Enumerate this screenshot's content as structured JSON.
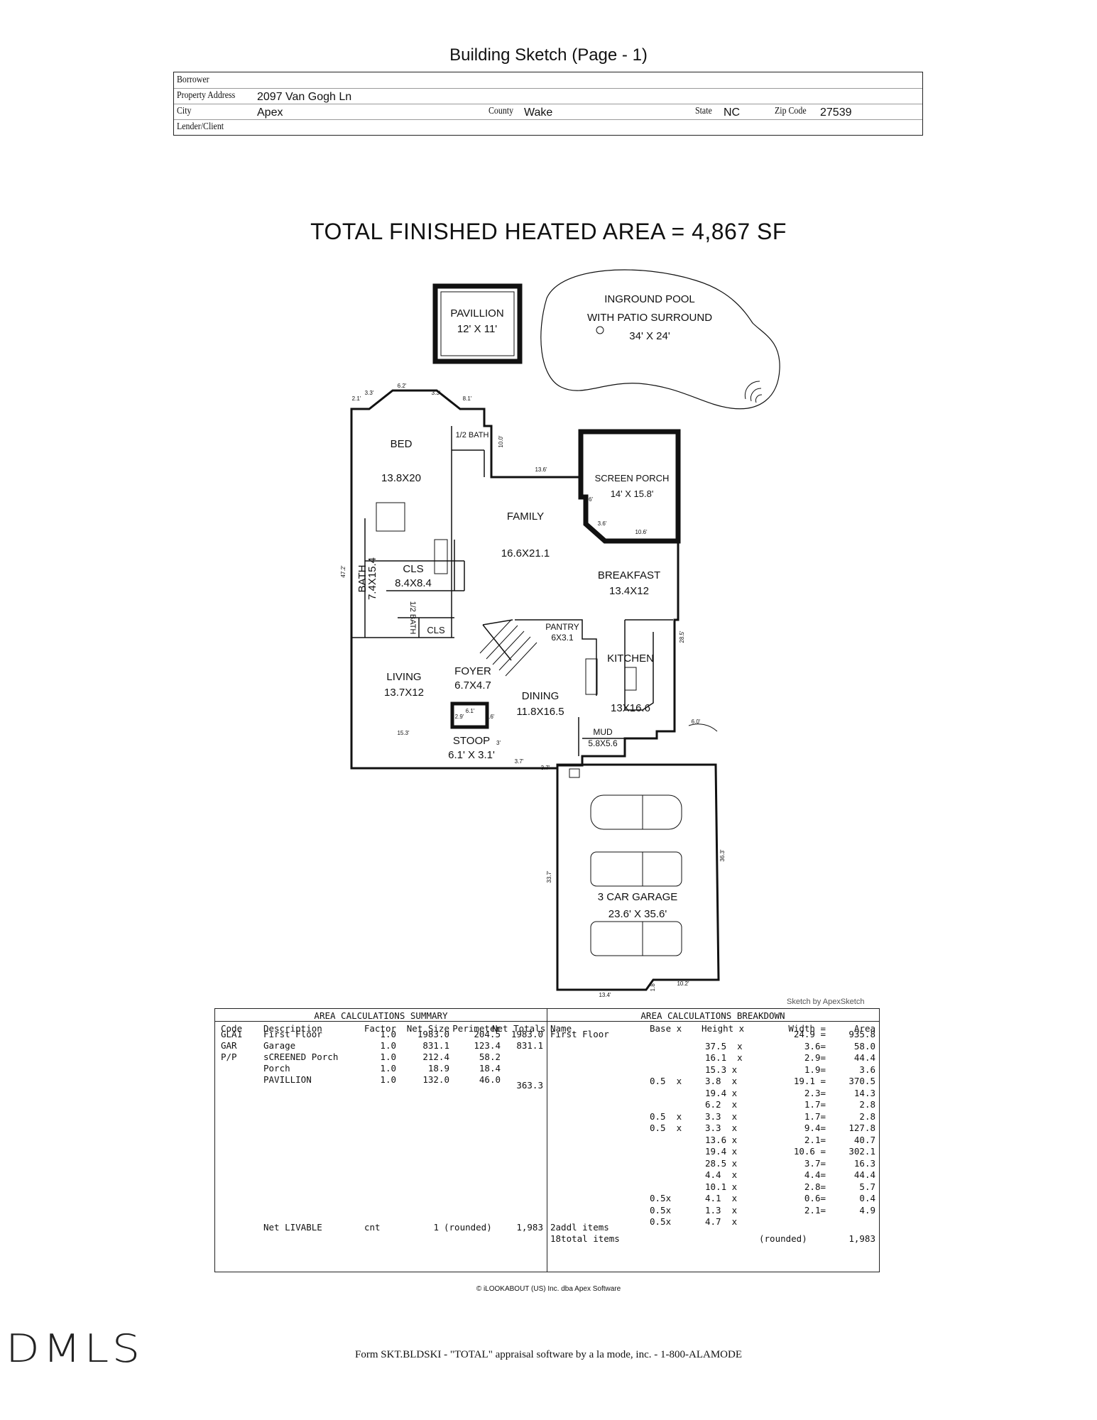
{
  "header": {
    "title": "Building Sketch (Page - 1)",
    "labels": {
      "borrower": "Borrower",
      "address": "Property Address",
      "city": "City",
      "county": "County",
      "state": "State",
      "zip": "Zip Code",
      "lender": "Lender/Client"
    },
    "values": {
      "address": "2097 Van Gogh Ln",
      "city": "Apex",
      "county": "Wake",
      "state": "NC",
      "zip": "27539"
    }
  },
  "plan": {
    "headline": "TOTAL FINISHED HEATED AREA = 4,867 SF",
    "rooms": {
      "pavillion": [
        "PAVILLION",
        "12' X 11'"
      ],
      "pool": [
        "INGROUND POOL",
        "WITH PATIO SURROUND",
        "34' X 24'"
      ],
      "bed": [
        "BED",
        "13.8X20"
      ],
      "half_bath_top": "1/2 BATH",
      "screen_porch": [
        "SCREEN PORCH",
        "14' X 15.8'"
      ],
      "family": [
        "FAMILY",
        "16.6X21.1"
      ],
      "cls": [
        "CLS",
        "8.4X8.4"
      ],
      "bath": [
        "BATH",
        "7.4X15.4"
      ],
      "half_bath_side": "1/2 BATH",
      "cls_small": "CLS",
      "breakfast": [
        "BREAKFAST",
        "13.4X12"
      ],
      "pantry": [
        "PANTRY",
        "6X3.1"
      ],
      "kitchen": [
        "KITCHEN",
        "13X16.6"
      ],
      "foyer": [
        "FOYER",
        "6.7X4.7"
      ],
      "living": [
        "LIVING",
        "13.7X12"
      ],
      "dining": [
        "DINING",
        "11.8X16.5"
      ],
      "stoop": [
        "STOOP",
        "6.1' X 3.1'"
      ],
      "mud": [
        "MUD",
        "5.8X5.6"
      ],
      "garage": [
        "3 CAR GARAGE",
        "23.6' X 35.6'"
      ]
    },
    "dims": {
      "d62": "6.2'",
      "d33a": "3.3'",
      "d33b": "3.3'",
      "d21": "2.1'",
      "d81": "8.1'",
      "d100": "10.0'",
      "d136": "13.6'",
      "d6": "6'",
      "d36": "3.6'",
      "d106": "10.6'",
      "d472": "47.2'",
      "d285": "28.5'",
      "d60": "6.0'",
      "d153": "15.3'",
      "d29": "2.9'",
      "d61": "6.1'",
      "d36b": "3.6'",
      "d37a": "3.7'",
      "d37b": "3.7'",
      "d337": "33.7'",
      "d363": "36.3'",
      "d134": "13.4'",
      "d18": "1.8'",
      "d102": "10.2'",
      "d3": "3'"
    },
    "credit": "Sketch by ApexSketch"
  },
  "summary": {
    "title": "AREA CALCULATIONS SUMMARY",
    "headers": [
      "Code",
      "Description",
      "Factor",
      "Net Size",
      "Perimeter",
      "Net Totals"
    ],
    "rows": [
      [
        "GLA1",
        "First Floor",
        "1.0",
        "1983.0",
        "204.5",
        "1983.0"
      ],
      [
        "GAR",
        "Garage",
        "1.0",
        "831.1",
        "123.4",
        "831.1"
      ],
      [
        "P/P",
        "sCREENED Porch",
        "1.0",
        "212.4",
        "58.2",
        ""
      ],
      [
        "",
        "Porch",
        "1.0",
        "18.9",
        "18.4",
        ""
      ],
      [
        "",
        "PAVILLION",
        "1.0",
        "132.0",
        "46.0",
        ""
      ]
    ],
    "pp_total": "363.3",
    "footer": [
      "Net LIVABLE",
      "cnt",
      "1",
      "(rounded)",
      "1,983"
    ]
  },
  "breakdown": {
    "title": "AREA CALCULATIONS BREAKDOWN",
    "headers": [
      "Name",
      "Base x",
      "Height x",
      "Width =",
      "Area"
    ],
    "first_name": "First Floor",
    "base": [
      "",
      "",
      "",
      "",
      "0.5  x",
      "",
      "",
      "0.5  x",
      "0.5  x",
      "",
      "",
      "",
      "",
      "",
      "0.5x",
      "0.5x",
      "0.5x"
    ],
    "height": [
      "",
      "37.5  x",
      "16.1  x",
      "15.3 x",
      "3.8  x",
      "19.4 x",
      "6.2  x",
      "3.3  x",
      "3.3  x",
      "13.6 x",
      "19.4 x",
      "28.5 x",
      "4.4  x",
      "10.1 x",
      "4.1  x",
      "1.3  x",
      "4.7  x"
    ],
    "width": [
      "24.9 =",
      "3.6=",
      "2.9=",
      "1.9=",
      "19.1 =",
      "2.3=",
      "1.7=",
      "1.7=",
      "9.4=",
      "2.1=",
      "10.6 =",
      "3.7=",
      "4.4=",
      "2.8=",
      "0.6=",
      "2.1=",
      ""
    ],
    "area": [
      "935.8",
      "58.0",
      "44.4",
      "3.6",
      "370.5",
      "14.3",
      "2.8",
      "2.8",
      "127.8",
      "40.7",
      "302.1",
      "16.3",
      "44.4",
      "5.7",
      "0.4",
      "4.9",
      ""
    ],
    "footer1": "2addl items",
    "footer2": "18total items",
    "footer_rounded": "(rounded)",
    "footer_total": "1,983"
  },
  "copyright": "© iLOOKABOUT (US) Inc. dba Apex Software",
  "logo": "DMLS",
  "form_line": "Form SKT.BLDSKI - \"TOTAL\" appraisal software by a la mode, inc. - 1-800-ALAMODE"
}
